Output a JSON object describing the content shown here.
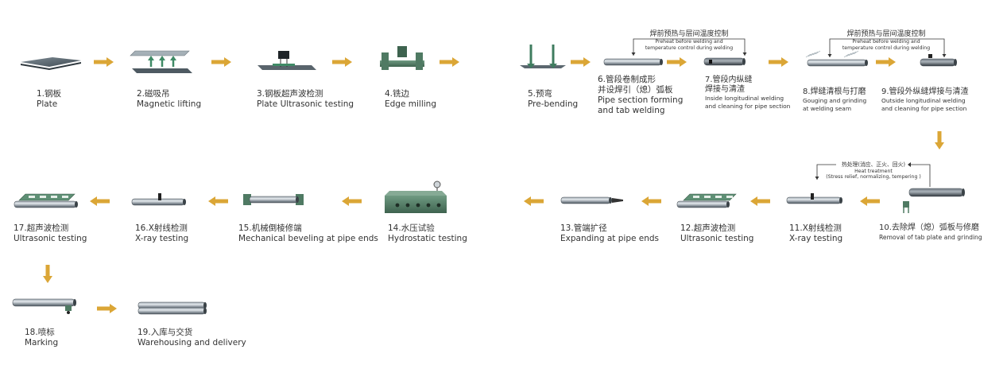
{
  "colors": {
    "arrow": "#dba636",
    "pipe_dark": "#5f6a73",
    "pipe_light": "#c9d0d6",
    "machine_green": "#4f7a63",
    "line": "#333333"
  },
  "steps": [
    {
      "id": 1,
      "zh": "1.钢板",
      "en": "Plate",
      "icon": "steel-plate-icon"
    },
    {
      "id": 2,
      "zh": "2.磁吸吊",
      "en": "Magnetic lifting",
      "icon": "magnetic-lift-icon"
    },
    {
      "id": 3,
      "zh": "3.钢板超声波检测",
      "en": "Plate Ultrasonic testing",
      "icon": "plate-ultrasonic-icon"
    },
    {
      "id": 4,
      "zh": "4.铣边",
      "en": "Edge milling",
      "icon": "edge-milling-icon"
    },
    {
      "id": 5,
      "zh": "5.预弯",
      "en": "Pre-bending",
      "icon": "pre-bending-icon"
    },
    {
      "id": 6,
      "zh": "6.管段卷制成形",
      "zh2": "并设焊引（熄）弧板",
      "en": "Pipe section forming",
      "en2": "and tab welding",
      "icon": "pipe-forming-icon"
    },
    {
      "id": 7,
      "zh": "7.管段内纵缝",
      "zh2": "焊接与清渣",
      "en": "Inside longitudinal welding",
      "en2": "and cleaning for pipe section",
      "icon": "inside-welding-icon"
    },
    {
      "id": 8,
      "zh": "8.焊缝清根与打磨",
      "en": "Gouging and grinding",
      "en2": "at welding seam",
      "icon": "gouging-icon"
    },
    {
      "id": 9,
      "zh": "9.管段外纵缝焊接与清渣",
      "en": "Outside longitudinal welding",
      "en2": "and cleaning for pipe section",
      "icon": "outside-welding-icon"
    },
    {
      "id": 10,
      "zh": "10.去除焊（熄）弧板与修磨",
      "en": "Removal of tab plate and grinding",
      "icon": "tab-removal-icon"
    },
    {
      "id": 11,
      "zh": "11.X射线检测",
      "en": "X-ray testing",
      "icon": "xray-icon"
    },
    {
      "id": 12,
      "zh": "12.超声波检测",
      "en": "Ultrasonic testing",
      "icon": "ultrasonic-icon"
    },
    {
      "id": 13,
      "zh": "13.管端扩径",
      "en": "Expanding at pipe ends",
      "icon": "expanding-icon"
    },
    {
      "id": 14,
      "zh": "14.水压试验",
      "en": "Hydrostatic testing",
      "icon": "hydrostatic-icon"
    },
    {
      "id": 15,
      "zh": "15.机械倒棱修端",
      "en": "Mechanical beveling at pipe ends",
      "icon": "beveling-icon"
    },
    {
      "id": 16,
      "zh": "16.X射线检测",
      "en": "X-ray  testing",
      "icon": "xray-icon"
    },
    {
      "id": 17,
      "zh": "17.超声波检测",
      "en": "Ultrasonic testing",
      "icon": "ultrasonic-icon"
    },
    {
      "id": 18,
      "zh": "18.喷标",
      "en": "Marking",
      "icon": "marking-icon"
    },
    {
      "id": 19,
      "zh": "19.入库与交货",
      "en": "Warehousing and delivery",
      "icon": "warehousing-icon"
    }
  ],
  "notes": {
    "preheat_a": {
      "zh": "焊前预热与层间温度控制",
      "en1": "Preheat  before welding and",
      "en2": "temperature control during welding"
    },
    "preheat_b": {
      "zh": "焊前预热与层间温度控制",
      "en1": "Preheat  before welding and",
      "en2": "temperature control during welding"
    },
    "heat": {
      "zh": "热处理(消应、正火、回火)",
      "en1": "Heat treatment",
      "en2": "(Stress relief, normalizing, tempering )"
    }
  }
}
